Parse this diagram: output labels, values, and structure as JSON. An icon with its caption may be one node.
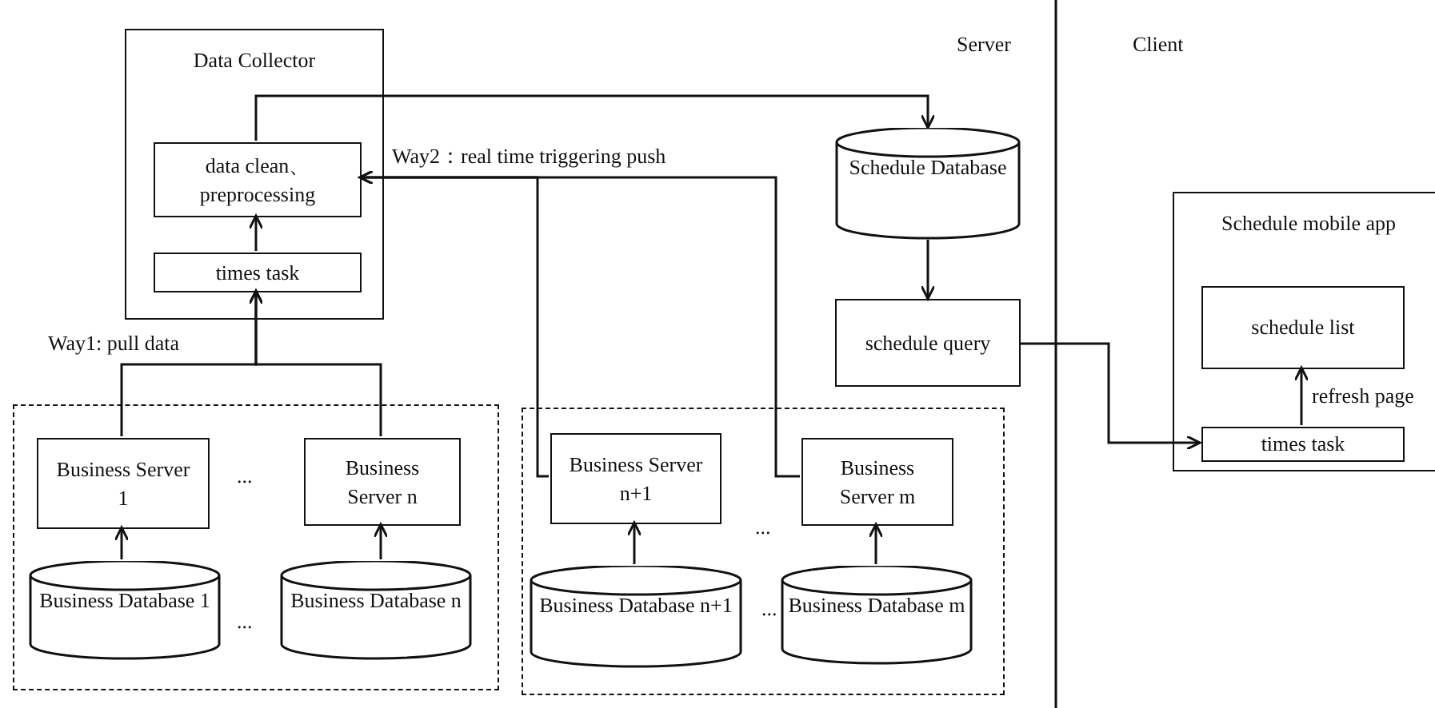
{
  "diagram": {
    "nodes": [
      {
        "text": [
          "Data Collector"
        ]
      },
      {
        "text": [
          "data clean、 preprocessing"
        ],
        "in": 0
      },
      {
        "text": [
          "times task"
        ],
        "in": 0
      },
      {
        "text": [],
        "shape": "box"
      },
      {
        "text": [
          "Business Server 1"
        ],
        "in": 3
      },
      {
        "text": [
          "Business Server n"
        ],
        "in": 3
      },
      {
        "text": [
          "Business Database 1"
        ],
        "in": 3
      },
      {
        "text": [
          "Business Database n"
        ],
        "in": 3
      },
      {
        "text": [],
        "shape": "box"
      },
      {
        "text": [
          "Business Server n+1"
        ],
        "in": 8
      },
      {
        "text": [
          "Business Server m"
        ],
        "in": 8
      },
      {
        "text": [
          "Business Database n+1"
        ],
        "in": 8
      },
      {
        "text": [
          "Business Database m"
        ],
        "in": 8
      },
      {
        "text": [
          "Schedule Database"
        ]
      },
      {
        "text": [
          "schedule query"
        ]
      },
      {
        "text": [
          "Schedule mobile app"
        ]
      },
      {
        "text": [
          "schedule list"
        ],
        "in": 15
      },
      {
        "text": [
          "times task"
        ],
        "in": 15
      }
    ],
    "edges": [
      {
        "from": 1,
        "to": 13,
        "arrow": "to"
      },
      {
        "from": 2,
        "to": 1,
        "arrow": "to"
      },
      {
        "from": 4,
        "to": 2,
        "arrow": "to"
      },
      {
        "from": 5,
        "to": 2,
        "arrow": "to"
      },
      {
        "from": 9,
        "to": 1,
        "arrow": "to"
      },
      {
        "from": 10,
        "to": 1,
        "arrow": "to"
      },
      {
        "from": 6,
        "to": 4,
        "arrow": "to"
      },
      {
        "from": 7,
        "to": 5,
        "arrow": "to"
      },
      {
        "from": 11,
        "to": 9,
        "arrow": "to"
      },
      {
        "from": 12,
        "to": 10,
        "arrow": "to"
      },
      {
        "from": 13,
        "to": 14,
        "arrow": "to"
      },
      {
        "from": 14,
        "to": 17,
        "arrow": "to"
      },
      {
        "from": 17,
        "to": 16,
        "arrow": "to",
        "label": "refresh page"
      }
    ],
    "labels": [
      "Server",
      "Client",
      "Way2：real time triggering push",
      "Way1: pull data",
      "...",
      "...",
      "...",
      "..."
    ]
  }
}
